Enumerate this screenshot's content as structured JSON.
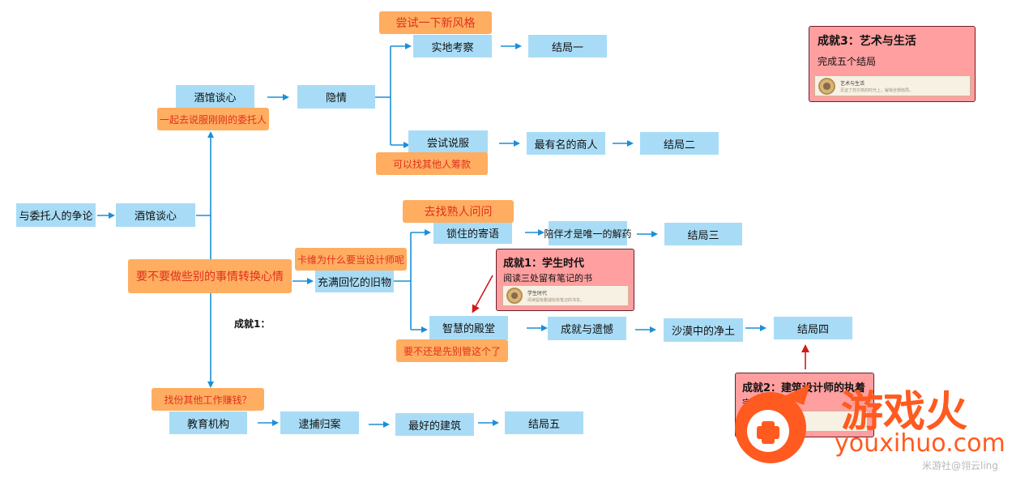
{
  "nodes": {
    "n_dispute": "与委托人的争论",
    "n_tavern1": "酒馆谈心",
    "n_tavern2": "酒馆谈心",
    "n_secret": "隐情",
    "n_field": "实地考察",
    "n_end1": "结局一",
    "n_persuade": "尝试说服",
    "n_merchant": "最有名的商人",
    "n_end2": "结局二",
    "n_locked": "锁住的寄语",
    "n_company": "陪伴才是唯一的解药",
    "n_end3": "结局三",
    "n_memories": "充满回忆的旧物",
    "n_hall": "智慧的殿堂",
    "n_achieve": "成就与遗憾",
    "n_desert": "沙漠中的净土",
    "n_end4": "结局四",
    "n_edu": "教育机构",
    "n_arrest": "逮捕归案",
    "n_building": "最好的建筑",
    "n_end5": "结局五"
  },
  "options": {
    "o_newstyle": "尝试一下新风格",
    "o_together": "一起去说服刚刚的委托人",
    "o_others": "可以找其他人筹款",
    "o_friend": "去找熟人问问",
    "o_mood": "要不要做些别的事情转换心情",
    "o_kaiwei": "卡维为什么要当设计师呢",
    "o_leave": "要不还是先别管这个了",
    "o_work": "找份其他工作赚钱？"
  },
  "loose_label": "成就1：",
  "cards": {
    "ach3": {
      "title": "成就3：艺术与生活",
      "subtitle": "完成五个结局",
      "mini_title": "艺术与生活",
      "mini_desc": "见证了苏尔高的时光上，解锁全部结局。"
    },
    "ach1": {
      "title": "成就1：学生时代",
      "subtitle": "阅读三处留有笔记的书",
      "mini_title": "学生时代",
      "mini_desc": "阅读留有删减标有笔记的书本。"
    },
    "ach_partial": {
      "title": "成就2：建筑设计师的执着",
      "subtitle": "完成结局四"
    }
  },
  "watermark": {
    "logo": "游戏火",
    "url": "youxihuo.com",
    "credit": "米游社@翎云ling"
  },
  "colors": {
    "node": "#a8dcf6",
    "option": "#ffad60",
    "option_text": "#e0301e",
    "card": "#ff9f9f",
    "line": "#1a8fd8",
    "red_arrow": "#d11a1a",
    "logo": "#ff5a1f"
  }
}
